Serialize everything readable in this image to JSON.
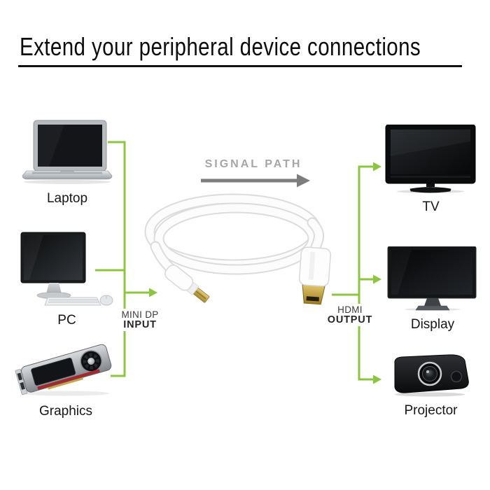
{
  "header": {
    "title": "Extend your peripheral device connections"
  },
  "signal_path": {
    "label": "SIGNAL PATH",
    "direction": "left-to-right"
  },
  "cable": {
    "input_port": {
      "line1": "MINI DP",
      "line2": "INPUT"
    },
    "output_port": {
      "line1": "HDMI",
      "line2": "OUTPUT"
    },
    "connector_left_icon": "mini-displayport-connector-icon",
    "connector_right_icon": "hdmi-connector-icon"
  },
  "sources": [
    {
      "label": "Laptop",
      "icon": "laptop-icon"
    },
    {
      "label": "PC",
      "icon": "desktop-pc-icon"
    },
    {
      "label": "Graphics",
      "icon": "graphics-card-icon"
    }
  ],
  "destinations": [
    {
      "label": "TV",
      "icon": "tv-icon"
    },
    {
      "label": "Display",
      "icon": "monitor-icon"
    },
    {
      "label": "Projector",
      "icon": "projector-icon"
    }
  ],
  "colors": {
    "accent_green": "#8CC63F",
    "signal_text_gray": "#A6A6A6",
    "signal_arrow_gray": "#7D7D7D",
    "title_black": "#111111",
    "cable_white": "#FCFCFC",
    "connector_gold": "#C9A43C"
  }
}
